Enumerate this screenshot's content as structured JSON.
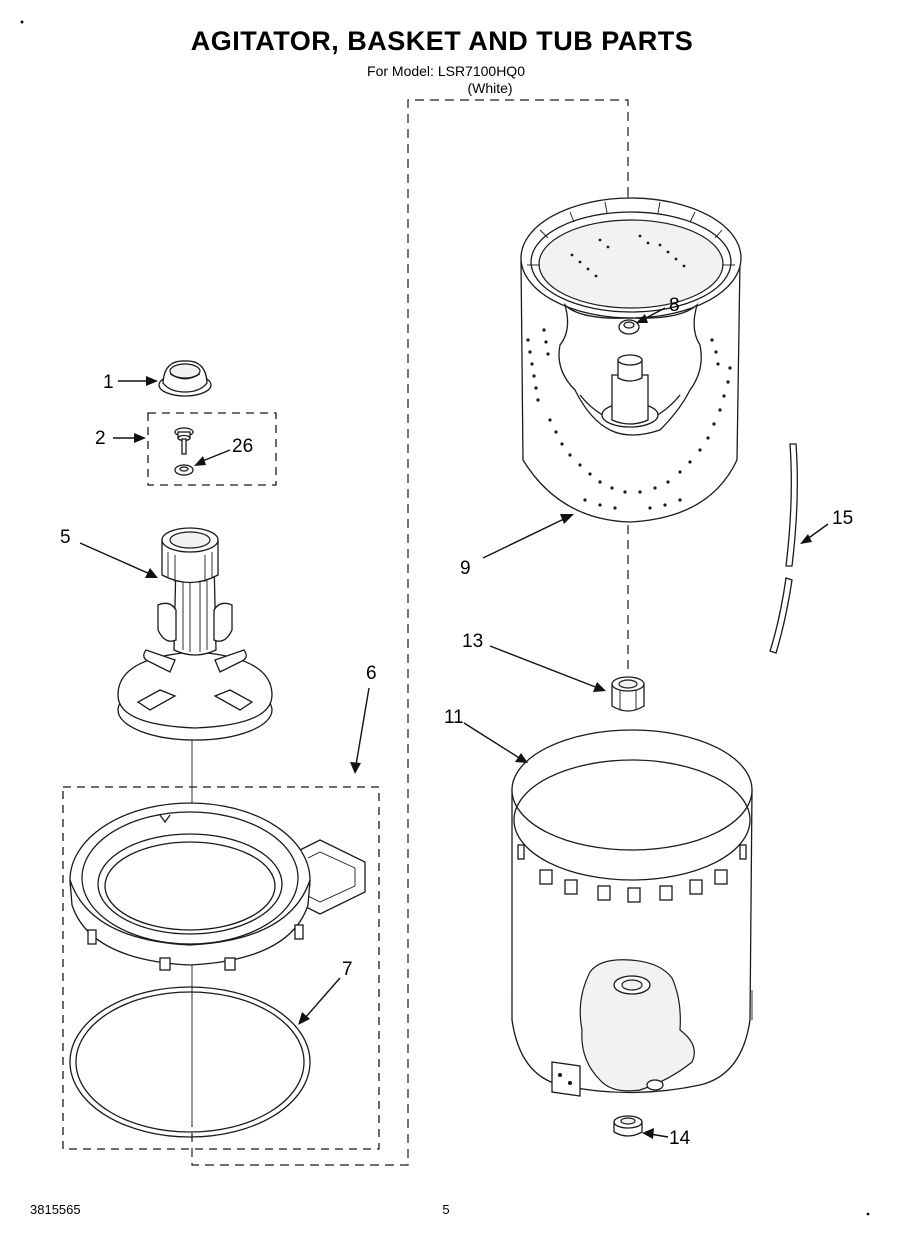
{
  "header": {
    "title": "AGITATOR, BASKET AND TUB PARTS",
    "model_line": "For Model: LSR7100HQ0",
    "color_line": "(White)"
  },
  "callouts": {
    "c1": "1",
    "c2": "2",
    "c26": "26",
    "c5": "5",
    "c6": "6",
    "c7": "7",
    "c8": "8",
    "c9": "9",
    "c11": "11",
    "c13": "13",
    "c14": "14",
    "c15": "15"
  },
  "footer": {
    "doc_number": "3815565",
    "page_number": "5"
  },
  "parts": [
    {
      "ref": "1",
      "icon": "agitator-cap-icon"
    },
    {
      "ref": "2",
      "icon": "bolt-icon"
    },
    {
      "ref": "26",
      "icon": "washer-icon"
    },
    {
      "ref": "5",
      "icon": "agitator-icon"
    },
    {
      "ref": "6",
      "icon": "tub-ring-icon"
    },
    {
      "ref": "7",
      "icon": "tub-seal-icon"
    },
    {
      "ref": "8",
      "icon": "drive-block-icon"
    },
    {
      "ref": "9",
      "icon": "basket-icon"
    },
    {
      "ref": "11",
      "icon": "outer-tub-icon"
    },
    {
      "ref": "13",
      "icon": "tub-seal-fitting-icon"
    },
    {
      "ref": "14",
      "icon": "grommet-icon"
    },
    {
      "ref": "15",
      "icon": "hose-icon"
    }
  ]
}
